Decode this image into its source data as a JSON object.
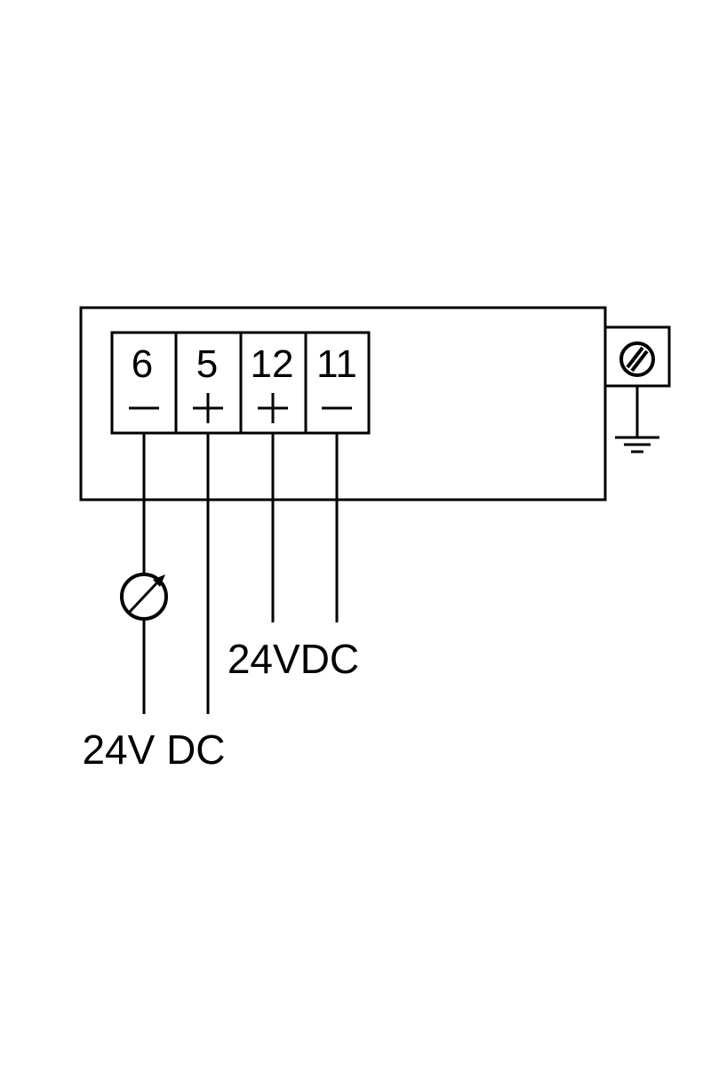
{
  "diagram": {
    "terminals": [
      {
        "number": "6",
        "polarity": "minus"
      },
      {
        "number": "5",
        "polarity": "plus"
      },
      {
        "number": "12",
        "polarity": "plus"
      },
      {
        "number": "11",
        "polarity": "minus"
      }
    ],
    "supply_labels": {
      "right_supply": "24VDC",
      "left_supply": "24V DC"
    },
    "icons": {
      "meter": "meter-icon",
      "ground": "ground-icon",
      "ground_screw": "screw-terminal-icon"
    },
    "colors": {
      "line": "#000000",
      "background": "#ffffff"
    }
  }
}
